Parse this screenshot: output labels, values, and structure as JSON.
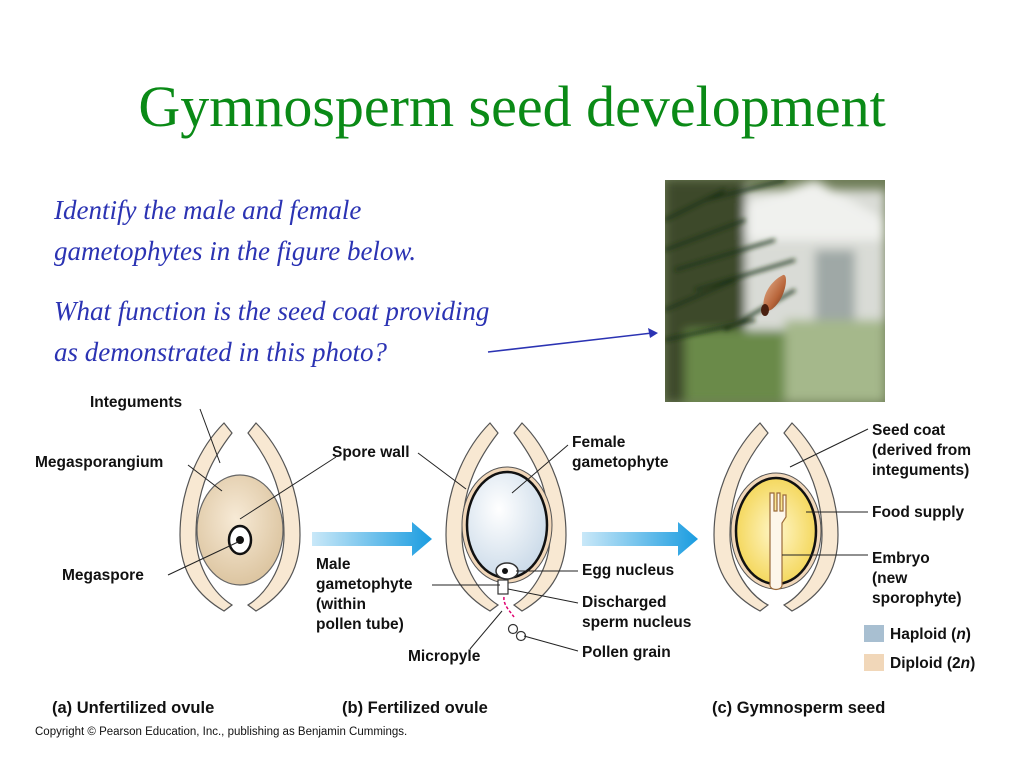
{
  "slide": {
    "title": "Gymnosperm seed development",
    "question_1_line_1": "Identify the male and female",
    "question_1_line_2": "gametophytes in the figure below.",
    "question_2_line_1": "What function is the seed coat providing",
    "question_2_line_2": "as demonstrated in this photo?"
  },
  "diagram": {
    "panel_a": {
      "integuments": "Integuments",
      "megasporangium": "Megasporangium",
      "megaspore": "Megaspore",
      "caption": "(a) Unfertilized ovule"
    },
    "panel_b": {
      "spore_wall": "Spore wall",
      "female_gametophyte_1": "Female",
      "female_gametophyte_2": "gametophyte",
      "male_1": "Male",
      "male_2": "gametophyte",
      "male_3": "(within",
      "male_4": "pollen tube)",
      "egg_nucleus": "Egg nucleus",
      "discharged_1": "Discharged",
      "discharged_2": "sperm nucleus",
      "pollen_grain": "Pollen grain",
      "micropyle": "Micropyle",
      "caption": "(b) Fertilized ovule"
    },
    "panel_c": {
      "seed_coat_1": "Seed coat",
      "seed_coat_2": "(derived from",
      "seed_coat_3": "integuments)",
      "food_supply": "Food supply",
      "embryo_1": "Embryo",
      "embryo_2": "(new",
      "embryo_3": "sporophyte)",
      "caption": "(c) Gymnosperm seed"
    },
    "legend": {
      "haploid_prefix": "Haploid (",
      "haploid_n": "n",
      "haploid_suffix": ")",
      "diploid_prefix": "Diploid (2",
      "diploid_n": "n",
      "diploid_suffix": ")"
    }
  },
  "copyright": "Copyright © Pearson Education, Inc., publishing as Benjamin Cummings.",
  "colors": {
    "title": "#0a8a16",
    "question_text": "#2b33b3",
    "arrow_blue": "#1a9ce0",
    "haploid": "#a8bfd1",
    "diploid": "#f1d7b9",
    "integument": "#f8e8d2",
    "megasporangium": "#ecd9b8",
    "female_gametophyte": "#e2ecf5",
    "food_supply": "#f7e69a"
  }
}
